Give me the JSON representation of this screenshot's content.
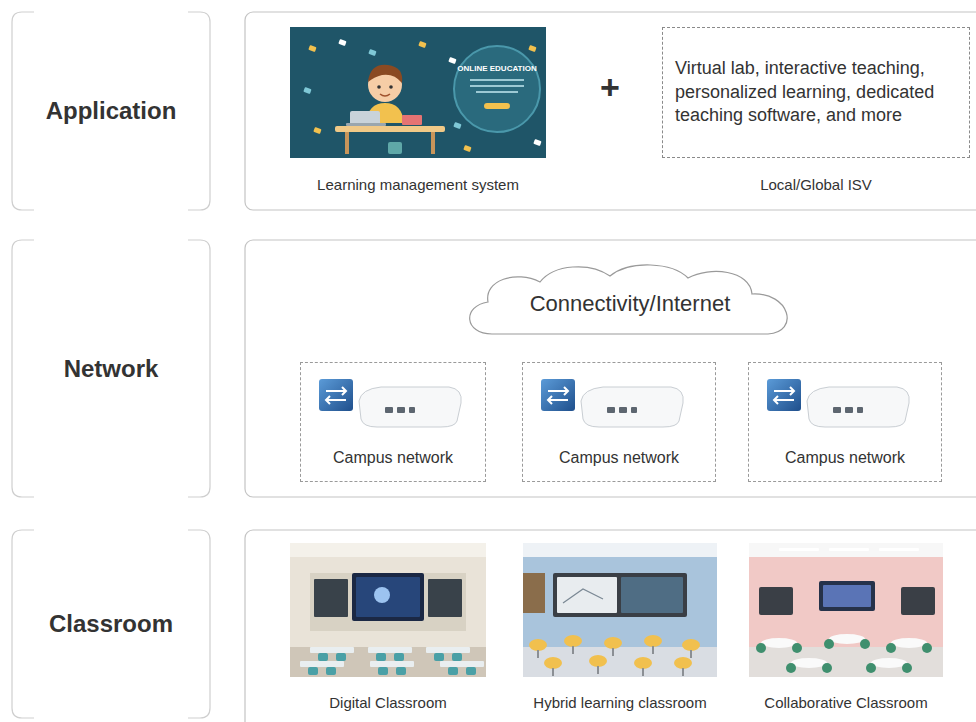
{
  "diagram": {
    "nodes": [
      {
        "text": [
          "Application"
        ]
      },
      {
        "text": [
          "Learning management system"
        ]
      },
      {
        "text": [
          "Virtual lab, interactive teaching, personalized learning, dedicated teaching software, and more",
          "Local/Global ISV"
        ]
      },
      {
        "text": [
          "Network"
        ]
      },
      {
        "text": [
          "Connectivity/Internet"
        ]
      },
      {
        "text": [
          "Campus network"
        ]
      },
      {
        "text": [
          "Campus network"
        ]
      },
      {
        "text": [
          "Campus network"
        ]
      },
      {
        "text": [
          "Classroom"
        ]
      },
      {
        "text": [
          "Digital Classroom"
        ]
      },
      {
        "text": [
          "Hybrid learning classroom"
        ]
      },
      {
        "text": [
          "Collaborative Classroom"
        ]
      }
    ],
    "labels": [
      "+",
      "ONLINE EDUCATION"
    ]
  }
}
